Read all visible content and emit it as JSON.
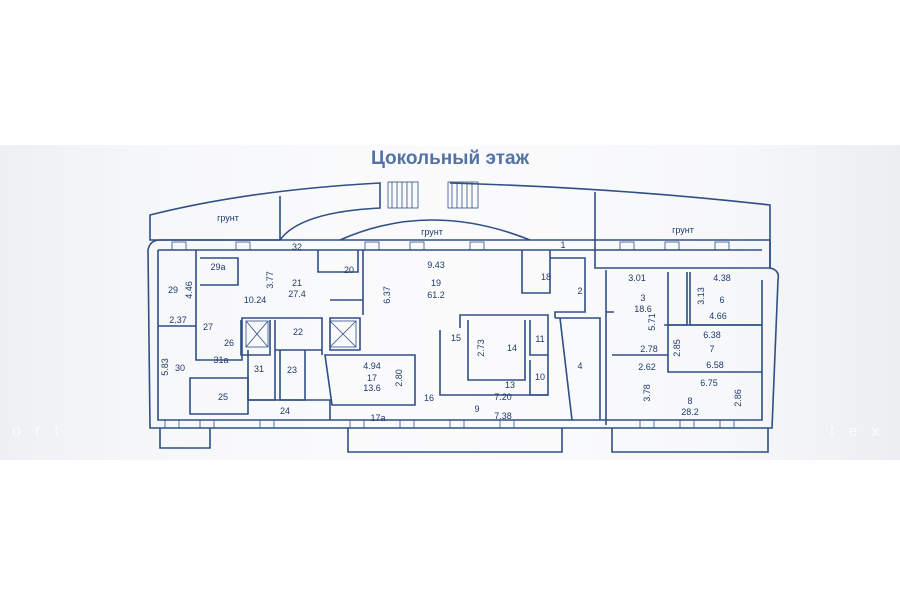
{
  "title": "Цокольный этаж",
  "ground_label": "грунт",
  "rooms": {
    "r32": "32",
    "r20": "20",
    "r29a": "29a",
    "d377": "3.77",
    "r21": "21",
    "a21": "27.4",
    "d1024": "10.24",
    "r29": "29",
    "d446": "4.46",
    "d237": "2.37",
    "r27": "27",
    "r26": "26",
    "r22": "22",
    "r31a": "31a",
    "r30": "30",
    "d583": "5.83",
    "r31": "31",
    "r23": "23",
    "r25": "25",
    "r24": "24",
    "d494": "4.94",
    "r17": "17",
    "a17": "13.6",
    "d280": "2.80",
    "r16": "16",
    "r17a": "17a",
    "d943": "9.43",
    "r19": "19",
    "a19": "61.2",
    "d637": "6.37",
    "r15": "15",
    "d273": "2.73",
    "r14": "14",
    "r11": "11",
    "r10": "10",
    "r13": "13",
    "r9": "9",
    "d720": "7.20",
    "d738": "7.38",
    "r18": "18",
    "r1": "1",
    "r2": "2",
    "r4": "4",
    "d301": "3.01",
    "r3": "3",
    "a3": "18.6",
    "d571": "5.71",
    "d438": "4.38",
    "d313": "3.13",
    "r6": "6",
    "d466": "4.66",
    "d638": "6.38",
    "d285": "2.85",
    "r7": "7",
    "d658": "6.58",
    "d278": "2.78",
    "d262": "2.62",
    "d675": "6.75",
    "d378": "3.78",
    "r8": "8",
    "a8": "28.2",
    "d286": "2.86"
  },
  "colors": {
    "title": "#5173a6",
    "lines": "#2f4f86"
  }
}
